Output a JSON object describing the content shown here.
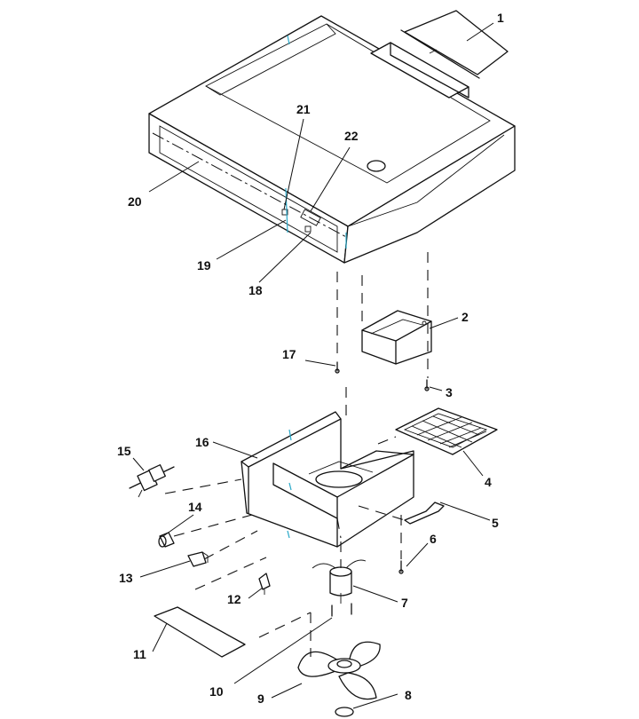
{
  "diagram": {
    "callouts": [
      {
        "id": "1",
        "label": "1"
      },
      {
        "id": "2",
        "label": "2"
      },
      {
        "id": "3",
        "label": "3"
      },
      {
        "id": "4",
        "label": "4"
      },
      {
        "id": "5",
        "label": "5"
      },
      {
        "id": "6",
        "label": "6"
      },
      {
        "id": "7",
        "label": "7"
      },
      {
        "id": "8",
        "label": "8"
      },
      {
        "id": "9",
        "label": "9"
      },
      {
        "id": "10",
        "label": "10"
      },
      {
        "id": "11",
        "label": "11"
      },
      {
        "id": "12",
        "label": "12"
      },
      {
        "id": "13",
        "label": "13"
      },
      {
        "id": "14",
        "label": "14"
      },
      {
        "id": "15",
        "label": "15"
      },
      {
        "id": "16",
        "label": "16"
      },
      {
        "id": "17",
        "label": "17"
      },
      {
        "id": "18",
        "label": "18"
      },
      {
        "id": "19",
        "label": "19"
      },
      {
        "id": "20",
        "label": "20"
      },
      {
        "id": "21",
        "label": "21"
      },
      {
        "id": "22",
        "label": "22"
      }
    ],
    "colors": {
      "line": "#111111",
      "background": "#ffffff",
      "accent": "#2aa9c9"
    }
  }
}
